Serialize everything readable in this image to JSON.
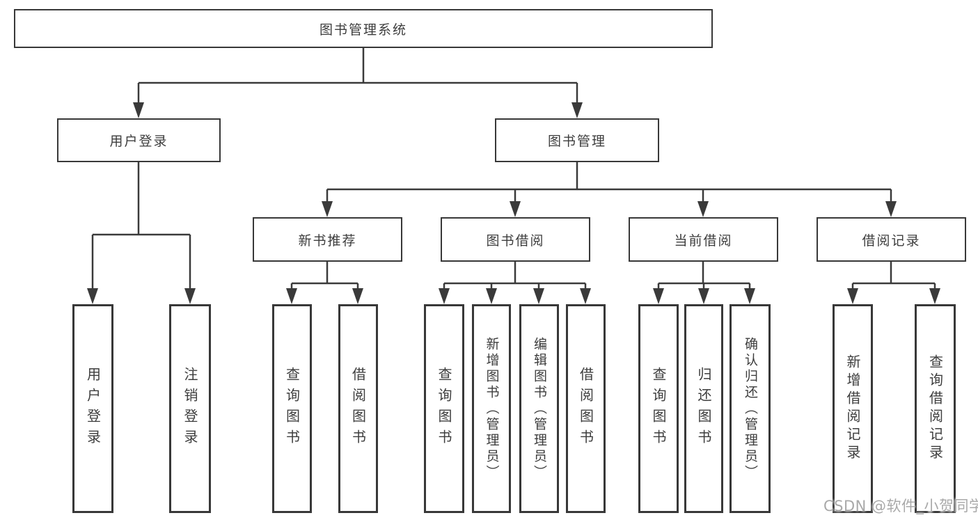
{
  "diagram": {
    "root": {
      "label": "图书管理系统"
    },
    "level2": {
      "user_login": {
        "label": "用户登录"
      },
      "book_mgmt": {
        "label": "图书管理"
      }
    },
    "level3": {
      "new_book": {
        "label": "新书推荐"
      },
      "book_borrow": {
        "label": "图书借阅"
      },
      "current_borrow": {
        "label": "当前借阅"
      },
      "borrow_record": {
        "label": "借阅记录"
      }
    },
    "leaves": {
      "user_login": [
        "用户登录",
        "注销登录"
      ],
      "new_book": [
        "查询图书",
        "借阅图书"
      ],
      "book_borrow": [
        "查询图书",
        "新增图书（管理员）",
        "编辑图书（管理员）",
        "借阅图书"
      ],
      "current_borrow": [
        "查询图书",
        "归还图书",
        "确认归还（管理员）"
      ],
      "borrow_record": [
        "新增借阅记录",
        "查询借阅记录"
      ]
    },
    "watermark": "CSDN @软件_小贺同学",
    "colors": {
      "line": "#3a3a3a",
      "border": "#383838",
      "box_bg": "#ffffff",
      "text": "#3d3d3d",
      "watermark": "#a9a9a9"
    }
  }
}
